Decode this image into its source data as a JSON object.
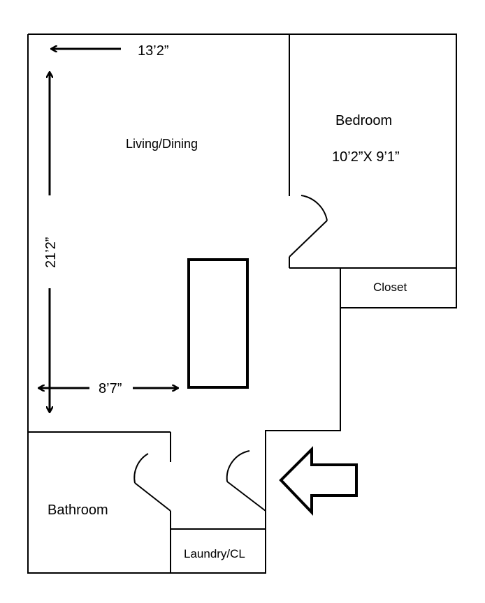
{
  "rooms": {
    "living": "Living/Dining",
    "bedroom": "Bedroom",
    "bedroom_size": "10’2”X 9’1”",
    "closet": "Closet",
    "bathroom": "Bathroom",
    "laundry": "Laundry/CL"
  },
  "dimensions": {
    "width_top": "13’2”",
    "height_left": "21’2”",
    "width_bottom": "8’7”"
  },
  "entry": {
    "icon": "entry-arrow-icon"
  }
}
